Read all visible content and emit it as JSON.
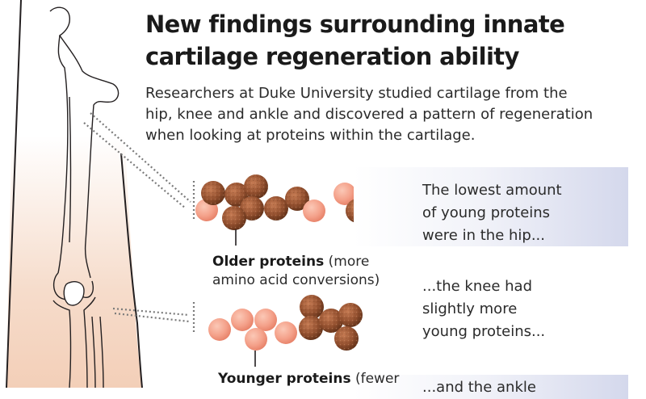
{
  "header": {
    "title_line1": "New findings surrounding innate",
    "title_line2": "cartilage regeneration ability"
  },
  "intro": {
    "line1": "Researchers at Duke University studied cartilage from the",
    "line2": "hip, knee and ankle and discovered a pattern of regeneration",
    "line3": "when looking at proteins within the cartilage."
  },
  "stages": [
    {
      "line1": "The lowest amount",
      "line2": "of young proteins",
      "line3": "were in the hip..."
    },
    {
      "line1": "...the knee had",
      "line2": "slightly more",
      "line3": "young proteins..."
    },
    {
      "line1": "...and the ankle"
    }
  ],
  "legend": {
    "older": {
      "bold": "Older proteins",
      "rest": " (more",
      "line2": "amino acid conversions)"
    },
    "younger": {
      "bold": "Younger proteins",
      "rest": " (fewer"
    }
  },
  "colors": {
    "older_protein": "#8a4a2c",
    "younger_protein": "#f2a18c",
    "panel": "#d4d8ec",
    "skin_gradient": "#f3d3bf"
  },
  "icons": [
    "leg-bone-illustration",
    "older-protein-cluster",
    "younger-protein-cluster"
  ]
}
